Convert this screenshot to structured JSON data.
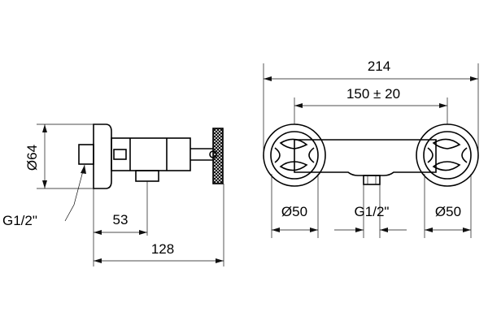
{
  "side_view": {
    "height_label": "Ø64",
    "thread_label": "G1/2\"",
    "offset_label": "53",
    "depth_label": "128"
  },
  "front_view": {
    "overall_label": "214",
    "centers_label": "150 ± 20",
    "left_escutcheon_label": "Ø50",
    "outlet_label": "G1/2\"",
    "right_escutcheon_label": "Ø50"
  }
}
